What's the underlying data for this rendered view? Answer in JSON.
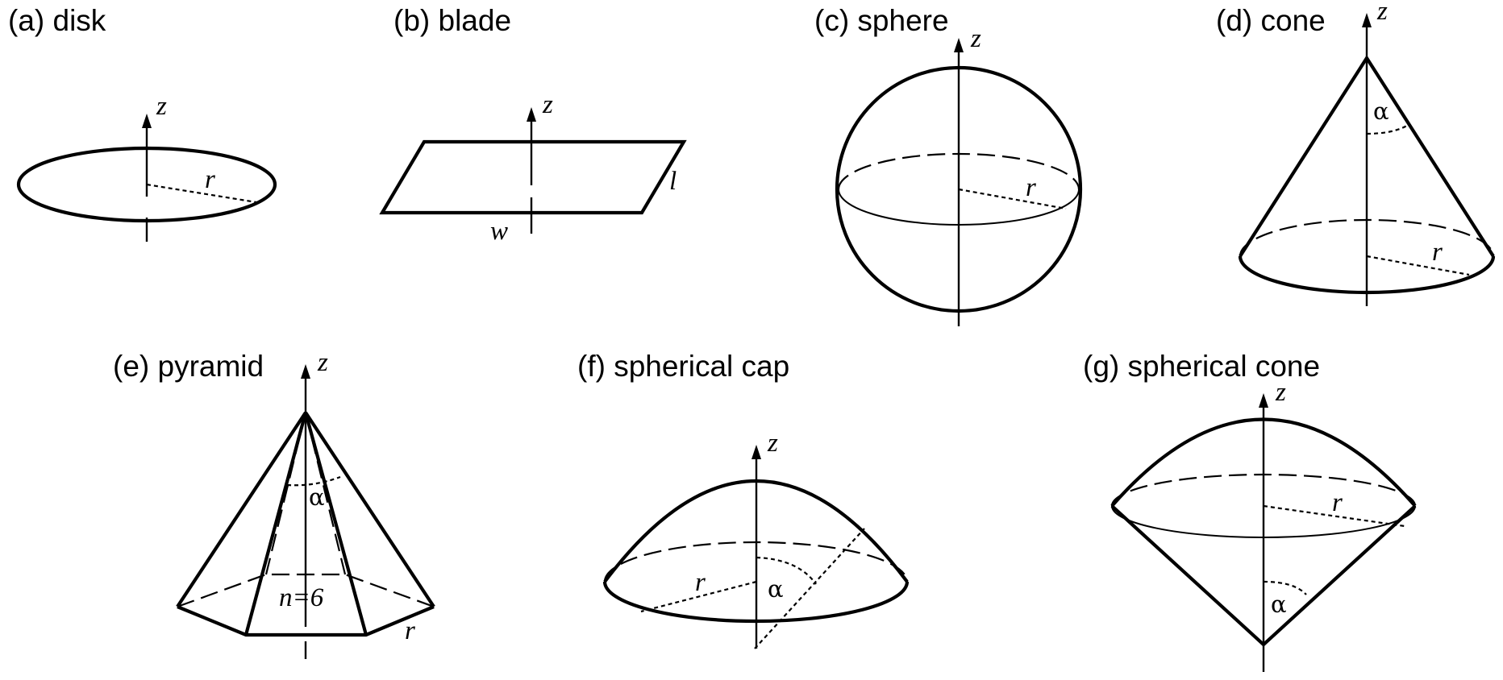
{
  "panels": {
    "disk": {
      "caption": "(a) disk",
      "labels": {
        "axis": "z",
        "radius": "r"
      }
    },
    "blade": {
      "caption": "(b) blade",
      "labels": {
        "axis": "z",
        "length": "l",
        "width": "w"
      }
    },
    "sphere": {
      "caption": "(c) sphere",
      "labels": {
        "axis": "z",
        "radius": "r"
      }
    },
    "cone": {
      "caption": "(d) cone",
      "labels": {
        "axis": "z",
        "angle": "α",
        "radius": "r"
      }
    },
    "pyramid": {
      "caption": "(e) pyramid",
      "labels": {
        "axis": "z",
        "angle": "α",
        "sides": "n=6",
        "radius": "r"
      }
    },
    "spherical_cap": {
      "caption": "(f) spherical cap",
      "labels": {
        "axis": "z",
        "angle": "α",
        "radius": "r"
      }
    },
    "spherical_cone": {
      "caption": "(g) spherical  cone",
      "labels": {
        "axis": "z",
        "angle": "α",
        "radius": "r"
      }
    }
  }
}
